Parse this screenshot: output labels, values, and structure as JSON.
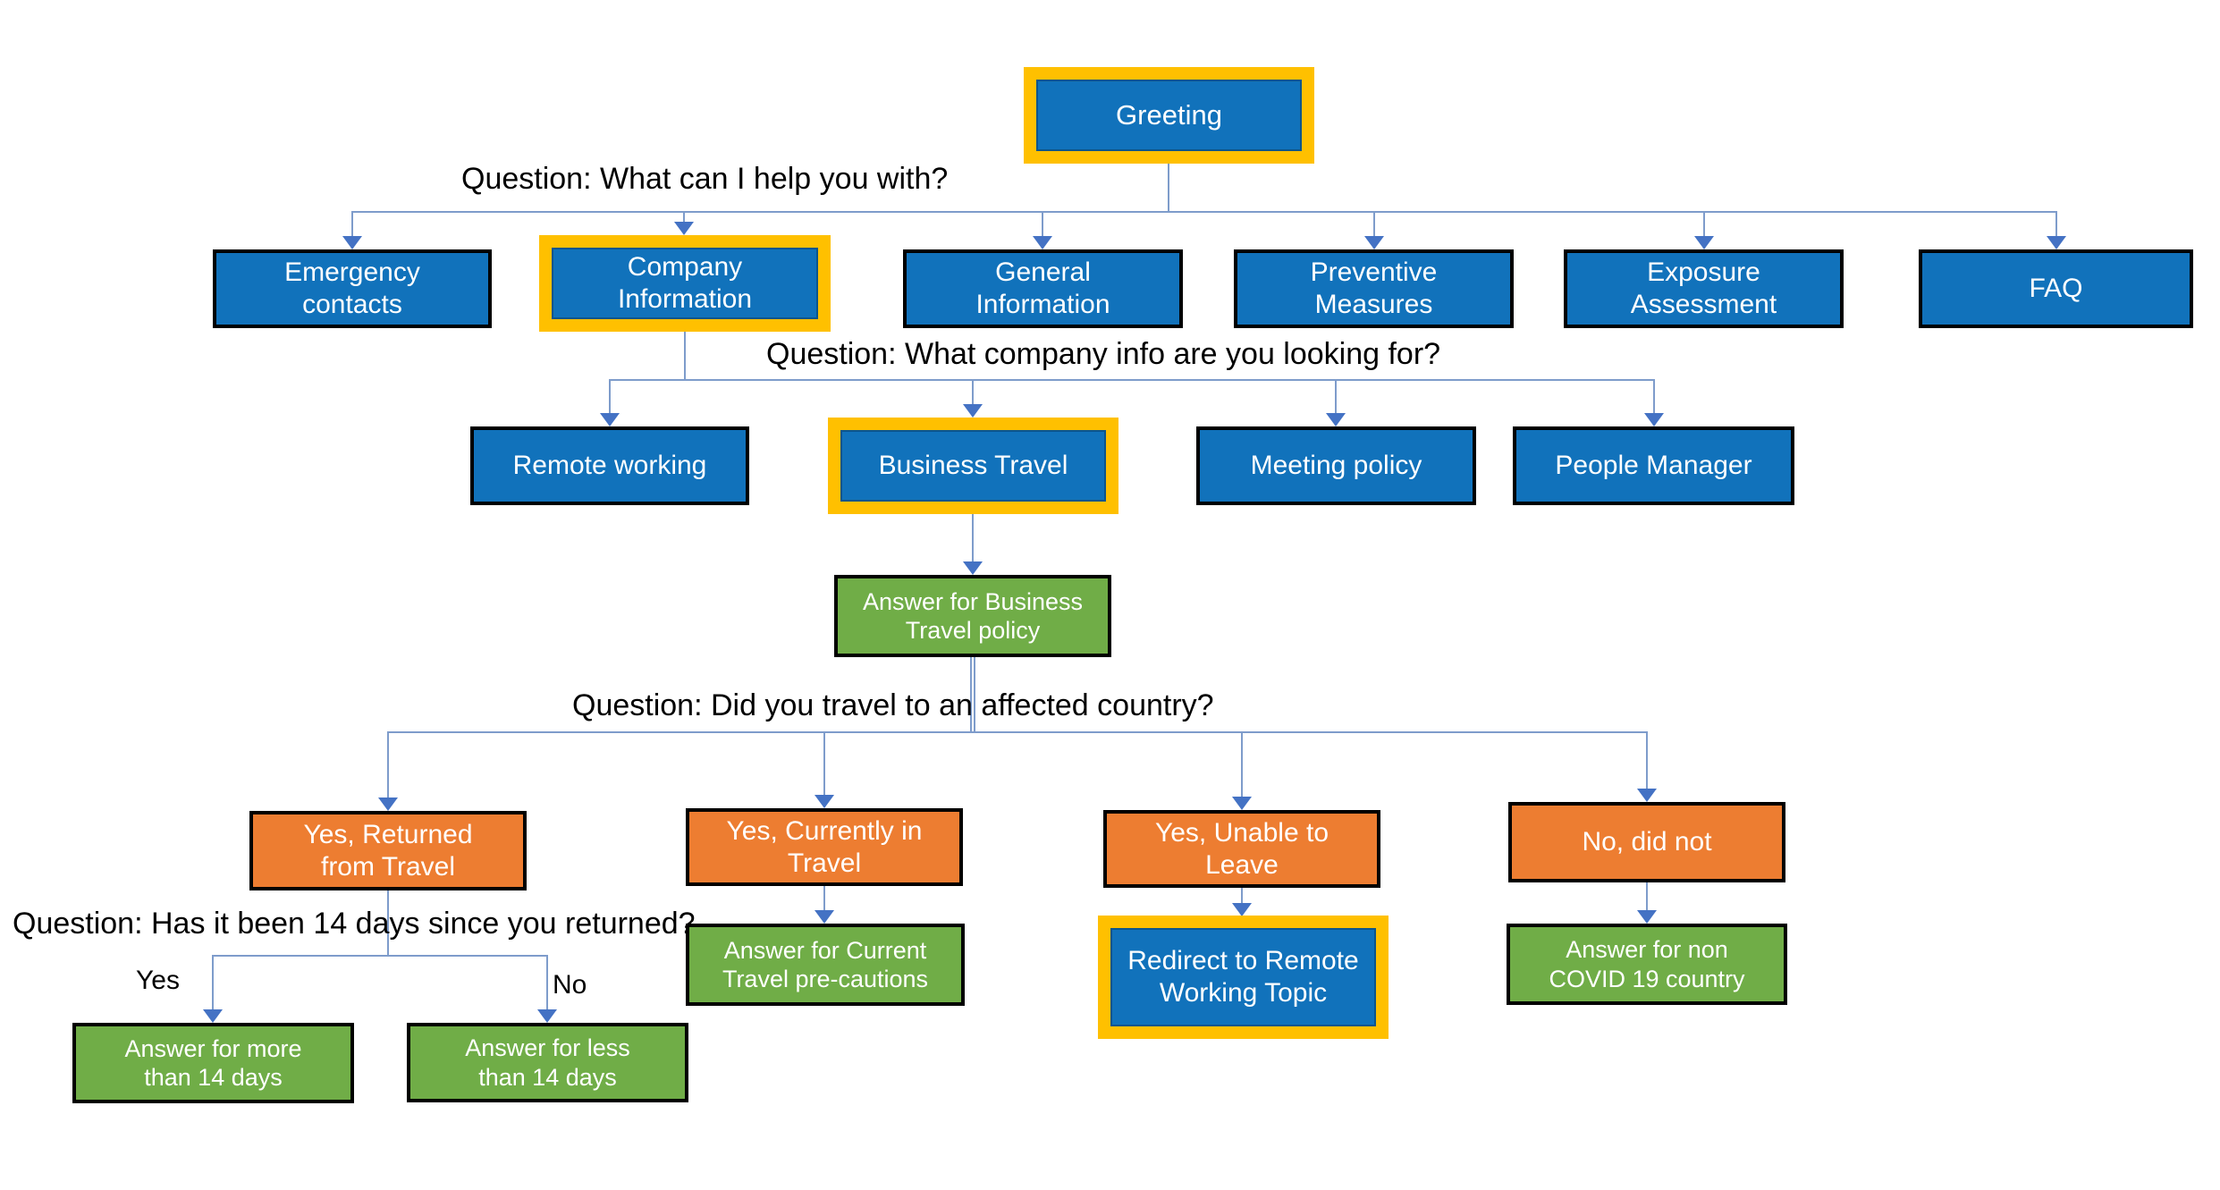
{
  "diagram": {
    "questions": {
      "q1": "Question: What can I help you with?",
      "q2": "Question: What company info are you looking for?",
      "q3": "Question: Did you travel to an affected country?",
      "q4": "Question: Has it been 14 days since you returned?"
    },
    "branch_labels": {
      "yes": "Yes",
      "no": "No"
    },
    "nodes": {
      "greeting": {
        "label": "Greeting",
        "type": "topic-highlighted"
      },
      "emergency_contacts": {
        "label": "Emergency\ncontacts",
        "type": "topic"
      },
      "company_information": {
        "label": "Company\nInformation",
        "type": "topic-highlighted"
      },
      "general_information": {
        "label": "General\nInformation",
        "type": "topic"
      },
      "preventive_measures": {
        "label": "Preventive\nMeasures",
        "type": "topic"
      },
      "exposure_assessment": {
        "label": "Exposure\nAssessment",
        "type": "topic"
      },
      "faq": {
        "label": "FAQ",
        "type": "topic"
      },
      "remote_working": {
        "label": "Remote working",
        "type": "topic"
      },
      "business_travel": {
        "label": "Business Travel",
        "type": "topic-highlighted"
      },
      "meeting_policy": {
        "label": "Meeting policy",
        "type": "topic"
      },
      "people_manager": {
        "label": "People Manager",
        "type": "topic"
      },
      "answer_business_travel": {
        "label": "Answer for Business\nTravel policy",
        "type": "answer"
      },
      "yes_returned": {
        "label": "Yes, Returned\nfrom Travel",
        "type": "option"
      },
      "yes_currently": {
        "label": "Yes, Currently in\nTravel",
        "type": "option"
      },
      "yes_unable": {
        "label": "Yes, Unable to\nLeave",
        "type": "option"
      },
      "no_did_not": {
        "label": "No, did not",
        "type": "option"
      },
      "answer_more_14": {
        "label": "Answer for more\nthan 14 days",
        "type": "answer"
      },
      "answer_less_14": {
        "label": "Answer for less\nthan 14 days",
        "type": "answer"
      },
      "answer_current_travel": {
        "label": "Answer for Current\nTravel pre-cautions",
        "type": "answer"
      },
      "redirect_remote": {
        "label": "Redirect to Remote\nWorking Topic",
        "type": "redirect-highlighted"
      },
      "answer_non_covid": {
        "label": "Answer for non\nCOVID 19 country",
        "type": "answer"
      }
    },
    "edges": [
      {
        "from": "greeting",
        "to": "emergency_contacts"
      },
      {
        "from": "greeting",
        "to": "company_information"
      },
      {
        "from": "greeting",
        "to": "general_information"
      },
      {
        "from": "greeting",
        "to": "preventive_measures"
      },
      {
        "from": "greeting",
        "to": "exposure_assessment"
      },
      {
        "from": "greeting",
        "to": "faq"
      },
      {
        "from": "company_information",
        "to": "remote_working"
      },
      {
        "from": "company_information",
        "to": "business_travel"
      },
      {
        "from": "company_information",
        "to": "meeting_policy"
      },
      {
        "from": "company_information",
        "to": "people_manager"
      },
      {
        "from": "business_travel",
        "to": "answer_business_travel"
      },
      {
        "from": "answer_business_travel",
        "to": "yes_returned"
      },
      {
        "from": "answer_business_travel",
        "to": "yes_currently"
      },
      {
        "from": "answer_business_travel",
        "to": "yes_unable"
      },
      {
        "from": "answer_business_travel",
        "to": "no_did_not"
      },
      {
        "from": "yes_returned",
        "to": "answer_more_14",
        "label": "Yes"
      },
      {
        "from": "yes_returned",
        "to": "answer_less_14",
        "label": "No"
      },
      {
        "from": "yes_currently",
        "to": "answer_current_travel"
      },
      {
        "from": "yes_unable",
        "to": "redirect_remote"
      },
      {
        "from": "no_did_not",
        "to": "answer_non_covid"
      }
    ],
    "colors": {
      "topic_fill": "#1172BB",
      "highlight_ring": "#FFC000",
      "answer_fill": "#70AD47",
      "option_fill": "#ED7D31",
      "box_border": "#000000",
      "connector_line": "#7E9CCB",
      "arrowhead": "#4472C4",
      "text_on_box": "#FFFFFF",
      "question_text": "#000000"
    }
  }
}
